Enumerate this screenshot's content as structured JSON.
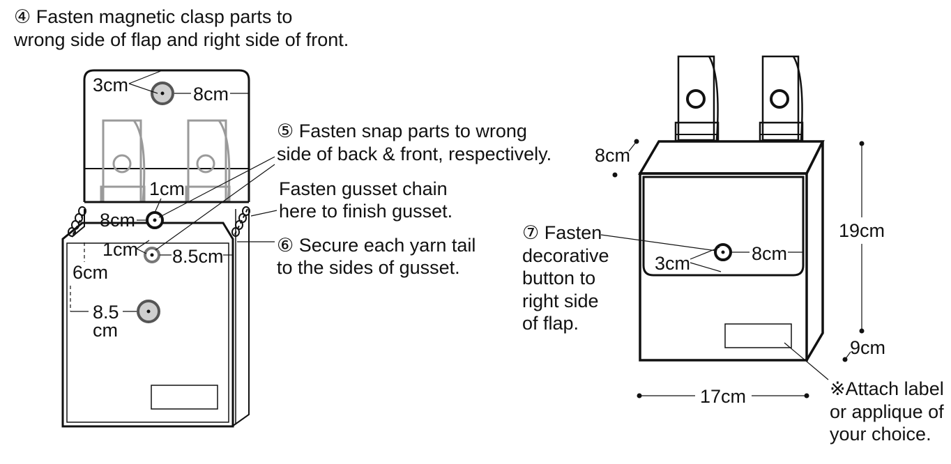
{
  "colors": {
    "ink": "#111111",
    "ghost": "#9a9a9a",
    "clasp_fill": "#cfcfcf"
  },
  "left_figure": {
    "step4": [
      "④ Fasten magnetic clasp parts to",
      "wrong side of flap and right side of front."
    ],
    "step5": [
      "⑤ Fasten snap parts to wrong",
      "side of back & front, respectively."
    ],
    "gusset_note": [
      "Fasten gusset chain",
      "here to finish gusset."
    ],
    "step6": [
      "⑥ Secure each yarn tail",
      "to the sides of gusset."
    ],
    "dims": {
      "flap_clasp_v": "3cm",
      "flap_clasp_h": "8cm",
      "back_snap_v": "1cm",
      "back_snap_h": "8cm",
      "front_snap_v": "1cm",
      "front_snap_h": "8.5cm",
      "front_clasp_v": "6cm",
      "front_clasp_h": [
        "8.5",
        "cm"
      ]
    }
  },
  "right_figure": {
    "step7": [
      "⑦ Fasten",
      "decorative",
      "button to",
      "right side",
      "of flap."
    ],
    "label_note": [
      "※Attach label",
      "or applique of",
      "your choice."
    ],
    "dims": {
      "depth": "8cm",
      "height": "19cm",
      "gusset": "9cm",
      "width": "17cm",
      "button_v": "3cm",
      "button_h": "8cm"
    }
  }
}
